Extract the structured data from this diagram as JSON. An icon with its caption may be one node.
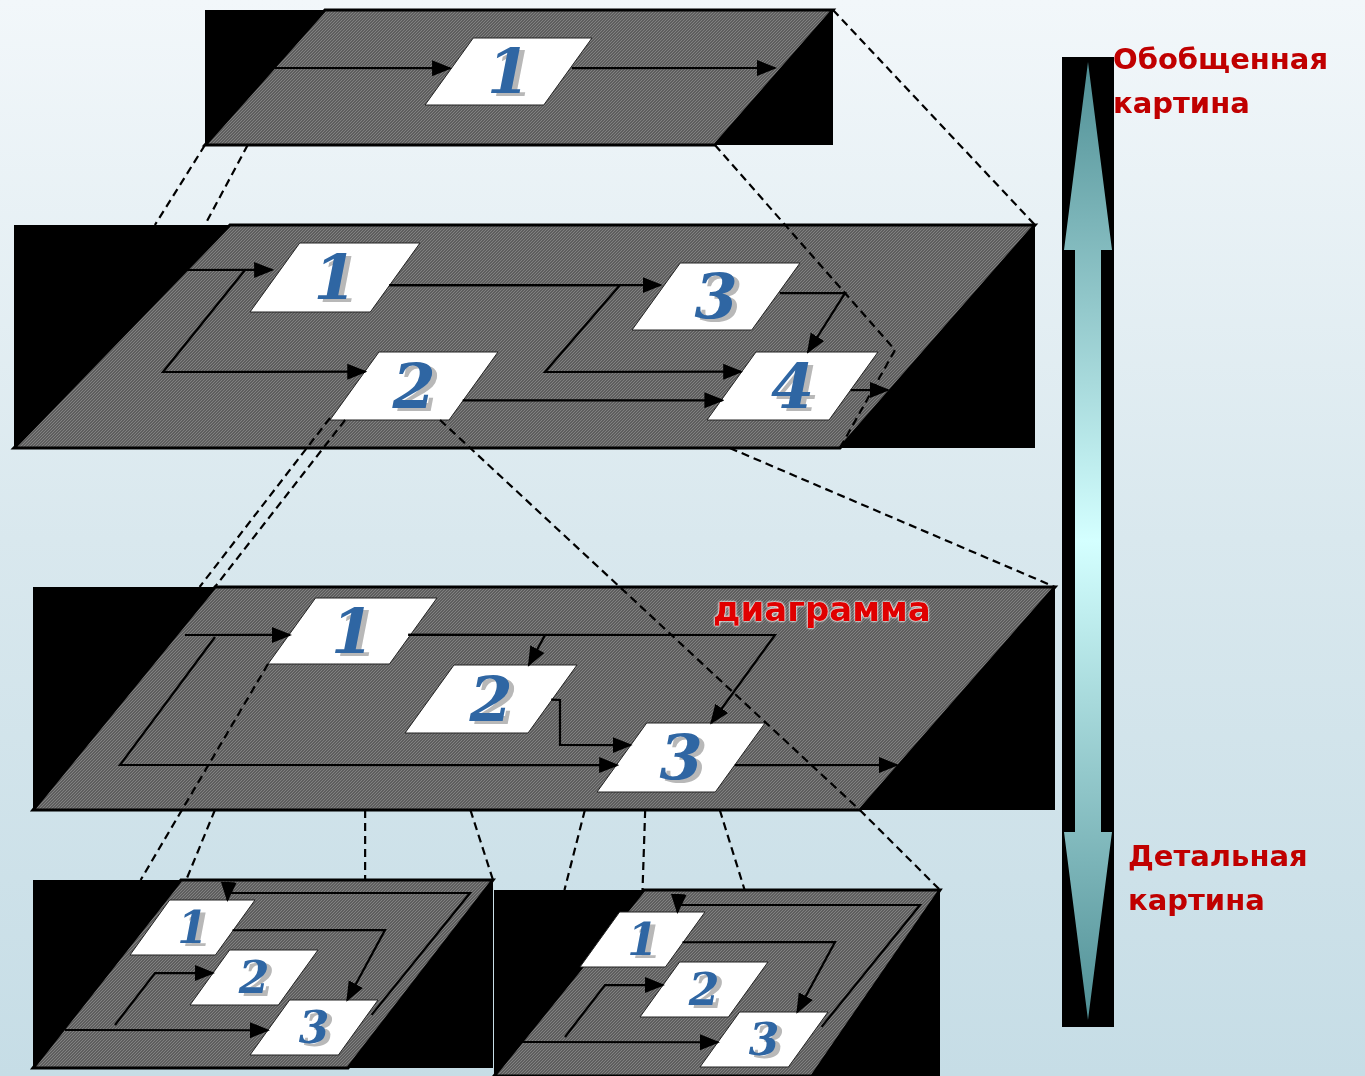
{
  "diagram": {
    "nodes": [
      {
        "text": [],
        "shape": "parallelogram"
      },
      {
        "text": [
          "1"
        ],
        "in": 0
      },
      {
        "text": [],
        "shape": "parallelogram"
      },
      {
        "text": [
          "1"
        ],
        "in": 2
      },
      {
        "text": [
          "2"
        ],
        "in": 2
      },
      {
        "text": [
          "3"
        ],
        "in": 2
      },
      {
        "text": [
          "4"
        ],
        "in": 2
      },
      {
        "text": [
          "диаграмма"
        ]
      },
      {
        "text": [
          "1"
        ],
        "in": 7
      },
      {
        "text": [
          "2"
        ],
        "in": 7
      },
      {
        "text": [
          "3"
        ],
        "in": 7
      },
      {
        "text": [],
        "shape": "parallelogram"
      },
      {
        "text": [
          "1"
        ],
        "in": 11
      },
      {
        "text": [
          "2"
        ],
        "in": 11
      },
      {
        "text": [
          "3"
        ],
        "in": 11
      },
      {
        "text": [],
        "shape": "parallelogram"
      },
      {
        "text": [
          "1"
        ],
        "in": 15
      },
      {
        "text": [
          "2"
        ],
        "in": 15
      },
      {
        "text": [
          "3"
        ],
        "in": 15
      }
    ],
    "edges": [
      {
        "from": null,
        "to": 1,
        "arrow": "to"
      },
      {
        "from": 1,
        "to": null,
        "arrow": "to"
      },
      {
        "from": null,
        "to": 3,
        "arrow": "to"
      },
      {
        "from": null,
        "to": 4,
        "arrow": "to"
      },
      {
        "from": 3,
        "to": 5,
        "arrow": "to"
      },
      {
        "from": 3,
        "to": 6,
        "arrow": "to"
      },
      {
        "from": 4,
        "to": 6,
        "arrow": "to"
      },
      {
        "from": 5,
        "to": 6,
        "arrow": "to"
      },
      {
        "from": 6,
        "to": null,
        "arrow": "to"
      },
      {
        "from": null,
        "to": 8,
        "arrow": "to"
      },
      {
        "from": 8,
        "to": 9,
        "arrow": "to"
      },
      {
        "from": 8,
        "to": 10,
        "arrow": "to"
      },
      {
        "from": 9,
        "to": 10,
        "arrow": "to"
      },
      {
        "from": null,
        "to": 10,
        "arrow": "to"
      },
      {
        "from": 10,
        "to": null,
        "arrow": "to"
      },
      {
        "from": 14,
        "to": 12,
        "arrow": "to"
      },
      {
        "from": 12,
        "to": 14,
        "arrow": "to"
      },
      {
        "from": null,
        "to": 13,
        "arrow": "to"
      },
      {
        "from": null,
        "to": 14,
        "arrow": "to"
      },
      {
        "from": 18,
        "to": 16,
        "arrow": "to"
      },
      {
        "from": 16,
        "to": 18,
        "arrow": "to"
      },
      {
        "from": null,
        "to": 17,
        "arrow": "to"
      },
      {
        "from": null,
        "to": 18,
        "arrow": "to"
      },
      {
        "from": 0,
        "to": 2,
        "arrow": "none",
        "style": "dashed"
      },
      {
        "from": 0,
        "to": 2,
        "arrow": "none",
        "style": "dashed"
      },
      {
        "from": 0,
        "to": 2,
        "arrow": "none",
        "style": "dashed"
      },
      {
        "from": 0,
        "to": 2,
        "arrow": "none",
        "style": "dashed"
      },
      {
        "from": 4,
        "to": 7,
        "arrow": "none",
        "style": "dashed"
      },
      {
        "from": 4,
        "to": 7,
        "arrow": "none",
        "style": "dashed"
      },
      {
        "from": 4,
        "to": 7,
        "arrow": "none",
        "style": "dashed"
      },
      {
        "from": 2,
        "to": 7,
        "arrow": "none",
        "style": "dashed"
      },
      {
        "from": 8,
        "to": 11,
        "arrow": "none",
        "style": "dashed"
      },
      {
        "from": 7,
        "to": 11,
        "arrow": "none",
        "style": "dashed"
      },
      {
        "from": 7,
        "to": 11,
        "arrow": "none",
        "style": "dashed"
      },
      {
        "from": 7,
        "to": 11,
        "arrow": "none",
        "style": "dashed"
      },
      {
        "from": 7,
        "to": 15,
        "arrow": "none",
        "style": "dashed"
      },
      {
        "from": 7,
        "to": 15,
        "arrow": "none",
        "style": "dashed"
      },
      {
        "from": 7,
        "to": 15,
        "arrow": "none",
        "style": "dashed"
      },
      {
        "from": 7,
        "to": 15,
        "arrow": "none",
        "style": "dashed"
      }
    ],
    "labels": [
      "Обобщенная картина",
      "Детальная картина"
    ]
  }
}
